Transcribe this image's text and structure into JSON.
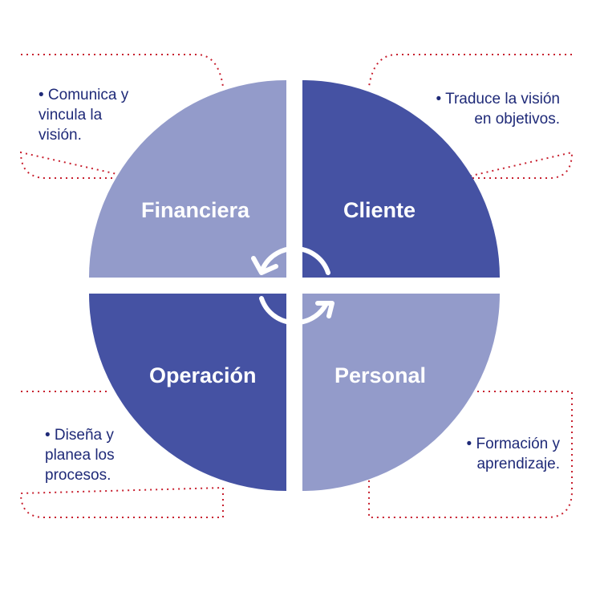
{
  "quadrants": {
    "top_left": {
      "label": "Financiera",
      "color": "#939bca"
    },
    "top_right": {
      "label": "Cliente",
      "color": "#4552a3"
    },
    "bottom_left": {
      "label": "Operación",
      "color": "#4552a3"
    },
    "bottom_right": {
      "label": "Personal",
      "color": "#939bca"
    }
  },
  "notes": {
    "top_left": [
      "• Comunica y",
      "vincula la",
      "visión."
    ],
    "top_right": [
      "• Traduce la visión",
      "en objetivos."
    ],
    "bottom_left": [
      "• Diseña y",
      "planea los",
      "procesos."
    ],
    "bottom_right": [
      "• Formación y",
      "aprendizaje."
    ]
  },
  "colors": {
    "dotted_border": "#c8202f",
    "note_text": "#1f2a78",
    "cycle_arrows": "#ffffff"
  },
  "icons": {
    "center": "cycle-arrows-icon"
  }
}
